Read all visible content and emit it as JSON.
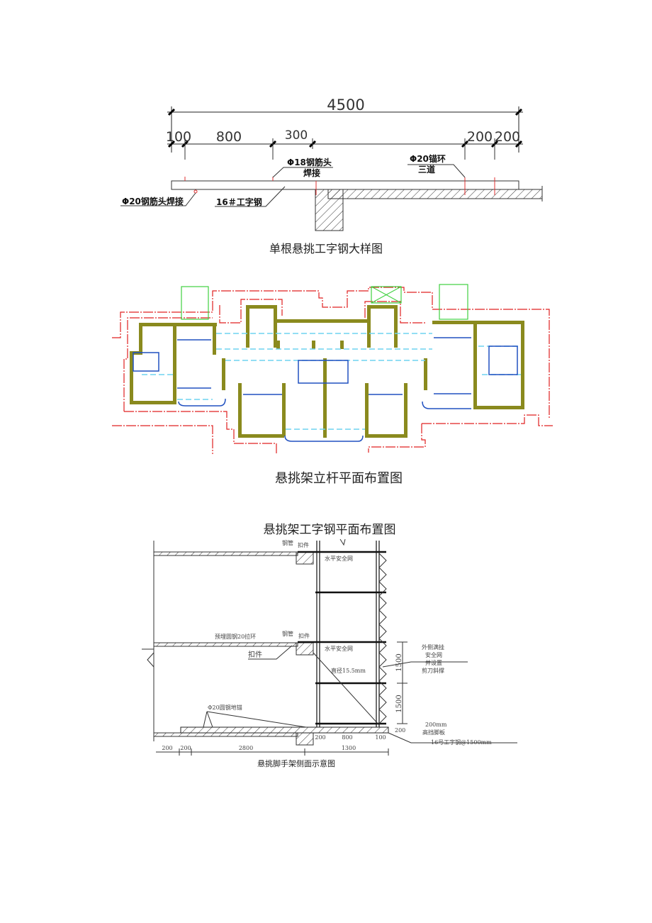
{
  "figure1": {
    "caption": "单根悬挑工字钢大样图",
    "dim_total": "4500",
    "dims": [
      "100",
      "800",
      "300",
      "200",
      "200"
    ],
    "labels": {
      "rebar18_line1": "Φ18钢筋头",
      "rebar18_line2": "焊接",
      "anchor_line1": "Φ20锚环",
      "anchor_line2": "三道",
      "rebar20": "Φ20钢筋头焊接",
      "ibeam": "16＃工字钢"
    }
  },
  "figure2": {
    "caption": "悬挑架立杆平面布置图",
    "colors": {
      "wall": "#8a8a1e",
      "scaffold": "#e02020",
      "beam": "#6fd3f0",
      "window": "#2050c0",
      "platform": "#40d040"
    }
  },
  "figure3_title": "悬挑架工字钢平面布置图",
  "figure3": {
    "caption": "悬挑脚手架侧面示意图",
    "labels": {
      "steel_pipe_top": "钢管",
      "fastener_top": "扣件",
      "safety_net_top": "水平安全网",
      "embedded_ring": "预埋圆钢20拉环",
      "steel_pipe_mid": "钢管",
      "fastener_mid": "扣件",
      "fastener_left": "扣件",
      "safety_net_mid": "水平安全网",
      "diameter": "直径15.5mm",
      "outer_net_1": "外侧满挂",
      "outer_net_2": "安全网",
      "outer_net_3": "并设置",
      "outer_net_4": "剪刀斜撑",
      "ground_anchor": "Φ20圆钢地锚",
      "toe_board_1": "200mm",
      "toe_board_2": "高挡脚板",
      "ibeam": "16号工字钢@1500mm",
      "gap": "200"
    },
    "dims_vertical": [
      "1500",
      "1500"
    ],
    "dims_bottom": [
      "200",
      "200",
      "2800",
      "1300"
    ],
    "dims_top_row": [
      "200",
      "800",
      "100"
    ]
  }
}
